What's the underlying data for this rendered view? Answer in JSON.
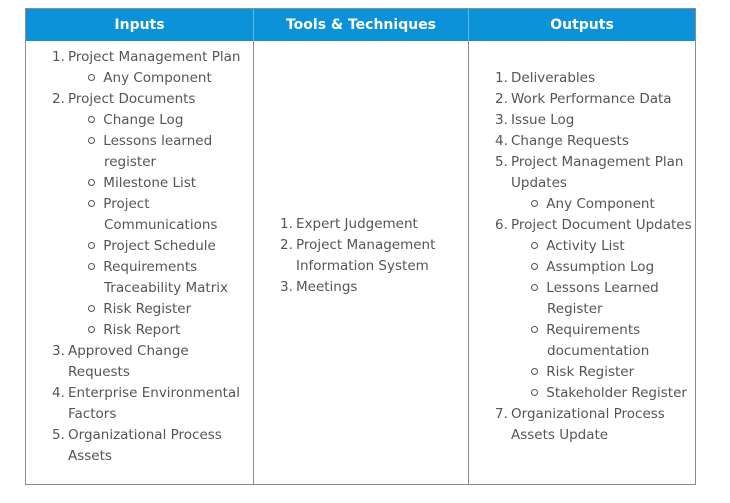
{
  "headers": {
    "inputs": "Inputs",
    "tools": "Tools & Techniques",
    "outputs": "Outputs"
  },
  "inputs": {
    "l1": {
      "num": "1.",
      "text": "Project Management Plan"
    },
    "l2": {
      "text": "Any Component"
    },
    "l3": {
      "num": "2.",
      "text": "Project Documents"
    },
    "l4": {
      "text": "Change Log"
    },
    "l5": {
      "text": "Lessons learned"
    },
    "l6": {
      "text": "register"
    },
    "l7": {
      "text": "Milestone List"
    },
    "l8": {
      "text": "Project"
    },
    "l9": {
      "text": "Communications"
    },
    "l10": {
      "text": "Project Schedule"
    },
    "l11": {
      "text": "Requirements"
    },
    "l12": {
      "text": "Traceability Matrix"
    },
    "l13": {
      "text": "Risk Register"
    },
    "l14": {
      "text": "Risk Report"
    },
    "l15": {
      "num": "3.",
      "text": "Approved Change"
    },
    "l16": {
      "text": "Requests"
    },
    "l17": {
      "num": "4.",
      "text": "Enterprise Environmental"
    },
    "l18": {
      "text": "Factors"
    },
    "l19": {
      "num": "5.",
      "text": "Organizational Process"
    },
    "l20": {
      "text": "Assets"
    }
  },
  "tools": {
    "l1": {
      "num": "1.",
      "text": "Expert Judgement"
    },
    "l2": {
      "num": "2.",
      "text": "Project Management"
    },
    "l3": {
      "text": "Information System"
    },
    "l4": {
      "num": "3.",
      "text": "Meetings"
    }
  },
  "outputs": {
    "l1": {
      "num": "1.",
      "text": "Deliverables"
    },
    "l2": {
      "num": "2.",
      "text": "Work Performance Data"
    },
    "l3": {
      "num": "3.",
      "text": "Issue Log"
    },
    "l4": {
      "num": "4.",
      "text": "Change Requests"
    },
    "l5": {
      "num": "5.",
      "text": "Project Management Plan"
    },
    "l6": {
      "text": "Updates"
    },
    "l7": {
      "text": "Any Component"
    },
    "l8": {
      "num": "6.",
      "text": "Project Document Updates"
    },
    "l9": {
      "text": "Activity List"
    },
    "l10": {
      "text": "Assumption Log"
    },
    "l11": {
      "text": "Lessons Learned"
    },
    "l12": {
      "text": "Register"
    },
    "l13": {
      "text": "Requirements"
    },
    "l14": {
      "text": "documentation"
    },
    "l15": {
      "text": "Risk Register"
    },
    "l16": {
      "text": "Stakeholder Register"
    },
    "l17": {
      "num": "7.",
      "text": "Organizational Process"
    },
    "l18": {
      "text": "Assets Update"
    }
  },
  "colors": {
    "header_bg": "#0b92d8",
    "header_text": "#ffffff",
    "body_text": "#555555",
    "border": "#8c8c8c"
  }
}
